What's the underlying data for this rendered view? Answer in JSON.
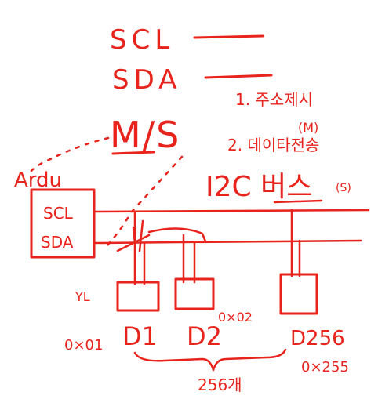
{
  "header": {
    "scl": "SCL",
    "sda": "SDA",
    "ms": "M/S",
    "note1": "1. 주소제시",
    "note2": "2. 데이타전송",
    "note_m": "(M)",
    "note_s": "(S)",
    "bus": "I2C 버스"
  },
  "arduino": {
    "label": "Ardu",
    "pin1": "SCL",
    "pin2": "SDA"
  },
  "devices": [
    {
      "label": "D1",
      "addr": "0×01"
    },
    {
      "label": "D2",
      "addr": "0×02"
    },
    {
      "label": "D256",
      "addr": "0×255"
    }
  ],
  "misc": {
    "pullup": "YL",
    "count": "256개"
  },
  "colors": {
    "ink": "#e8231c",
    "background": "#ffffff"
  }
}
